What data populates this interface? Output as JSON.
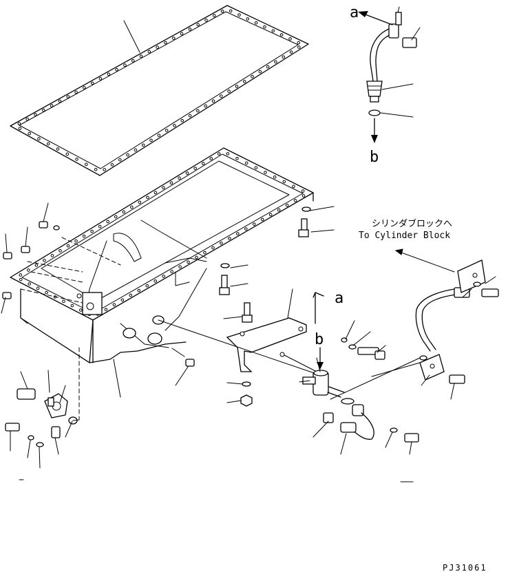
{
  "diagram": {
    "letter_a_top": "a",
    "letter_b_top": "b",
    "letter_a_mid": "a",
    "letter_b_mid": "b",
    "note_japanese": "シリンダブロックへ",
    "note_english": "To Cylinder Block",
    "drawing_number": "PJ31061"
  },
  "colors": {
    "line": "#000000",
    "background": "#ffffff"
  }
}
